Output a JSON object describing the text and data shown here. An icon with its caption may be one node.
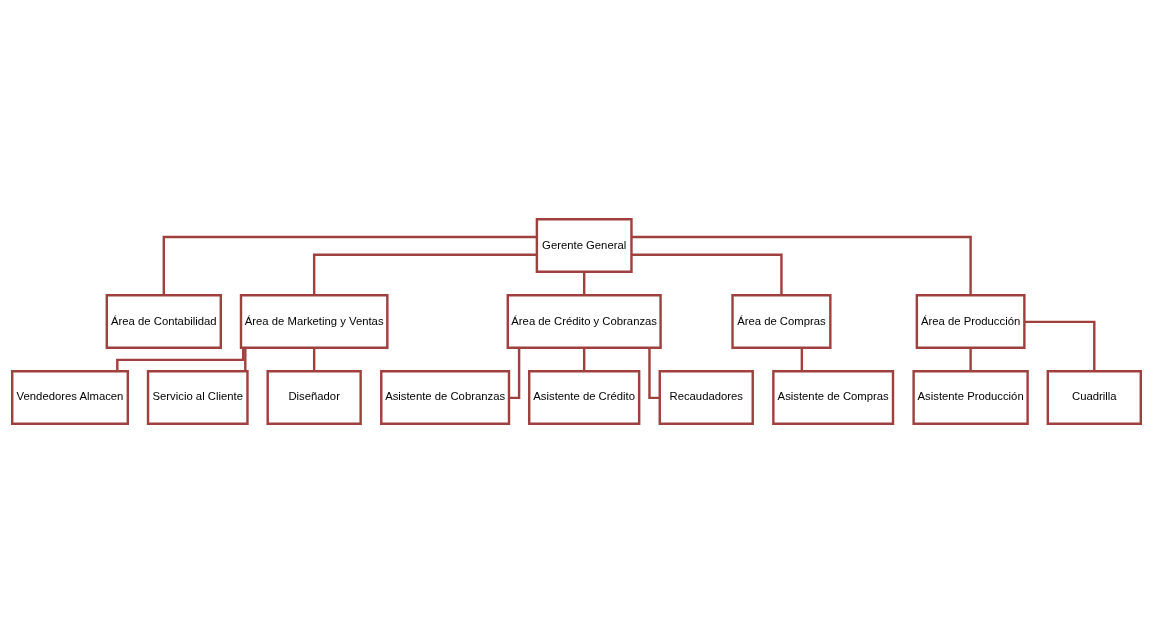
{
  "diagram": {
    "nodes": [
      {
        "text": [
          "Gerente General"
        ]
      },
      {
        "text": [
          "Área de Contabilidad"
        ]
      },
      {
        "text": [
          "Área de Marketing y Ventas"
        ]
      },
      {
        "text": [
          "Área de Crédito y Cobranzas"
        ]
      },
      {
        "text": [
          "Área de Compras"
        ]
      },
      {
        "text": [
          "Área de Producción"
        ]
      },
      {
        "text": [
          "Vendedores Almacen"
        ]
      },
      {
        "text": [
          "Servicio al Cliente"
        ]
      },
      {
        "text": [
          "Diseñador"
        ]
      },
      {
        "text": [
          "Asistente de Cobranzas"
        ]
      },
      {
        "text": [
          "Asistente de Crédito"
        ]
      },
      {
        "text": [
          "Recaudadores"
        ]
      },
      {
        "text": [
          "Asistente de Compras"
        ]
      },
      {
        "text": [
          "Asistente Producción"
        ]
      },
      {
        "text": [
          "Cuadrilla"
        ]
      }
    ],
    "edges": [
      {
        "from": 0,
        "to": 1,
        "arrow": "none"
      },
      {
        "from": 0,
        "to": 2,
        "arrow": "none"
      },
      {
        "from": 0,
        "to": 3,
        "arrow": "none"
      },
      {
        "from": 0,
        "to": 4,
        "arrow": "none"
      },
      {
        "from": 0,
        "to": 5,
        "arrow": "none"
      },
      {
        "from": 2,
        "to": 6,
        "arrow": "none"
      },
      {
        "from": 2,
        "to": 7,
        "arrow": "none"
      },
      {
        "from": 2,
        "to": 8,
        "arrow": "none"
      },
      {
        "from": 3,
        "to": 9,
        "arrow": "none"
      },
      {
        "from": 3,
        "to": 10,
        "arrow": "none"
      },
      {
        "from": 3,
        "to": 11,
        "arrow": "none"
      },
      {
        "from": 4,
        "to": 12,
        "arrow": "none"
      },
      {
        "from": 5,
        "to": 13,
        "arrow": "none"
      },
      {
        "from": 5,
        "to": 14,
        "arrow": "none"
      }
    ]
  }
}
